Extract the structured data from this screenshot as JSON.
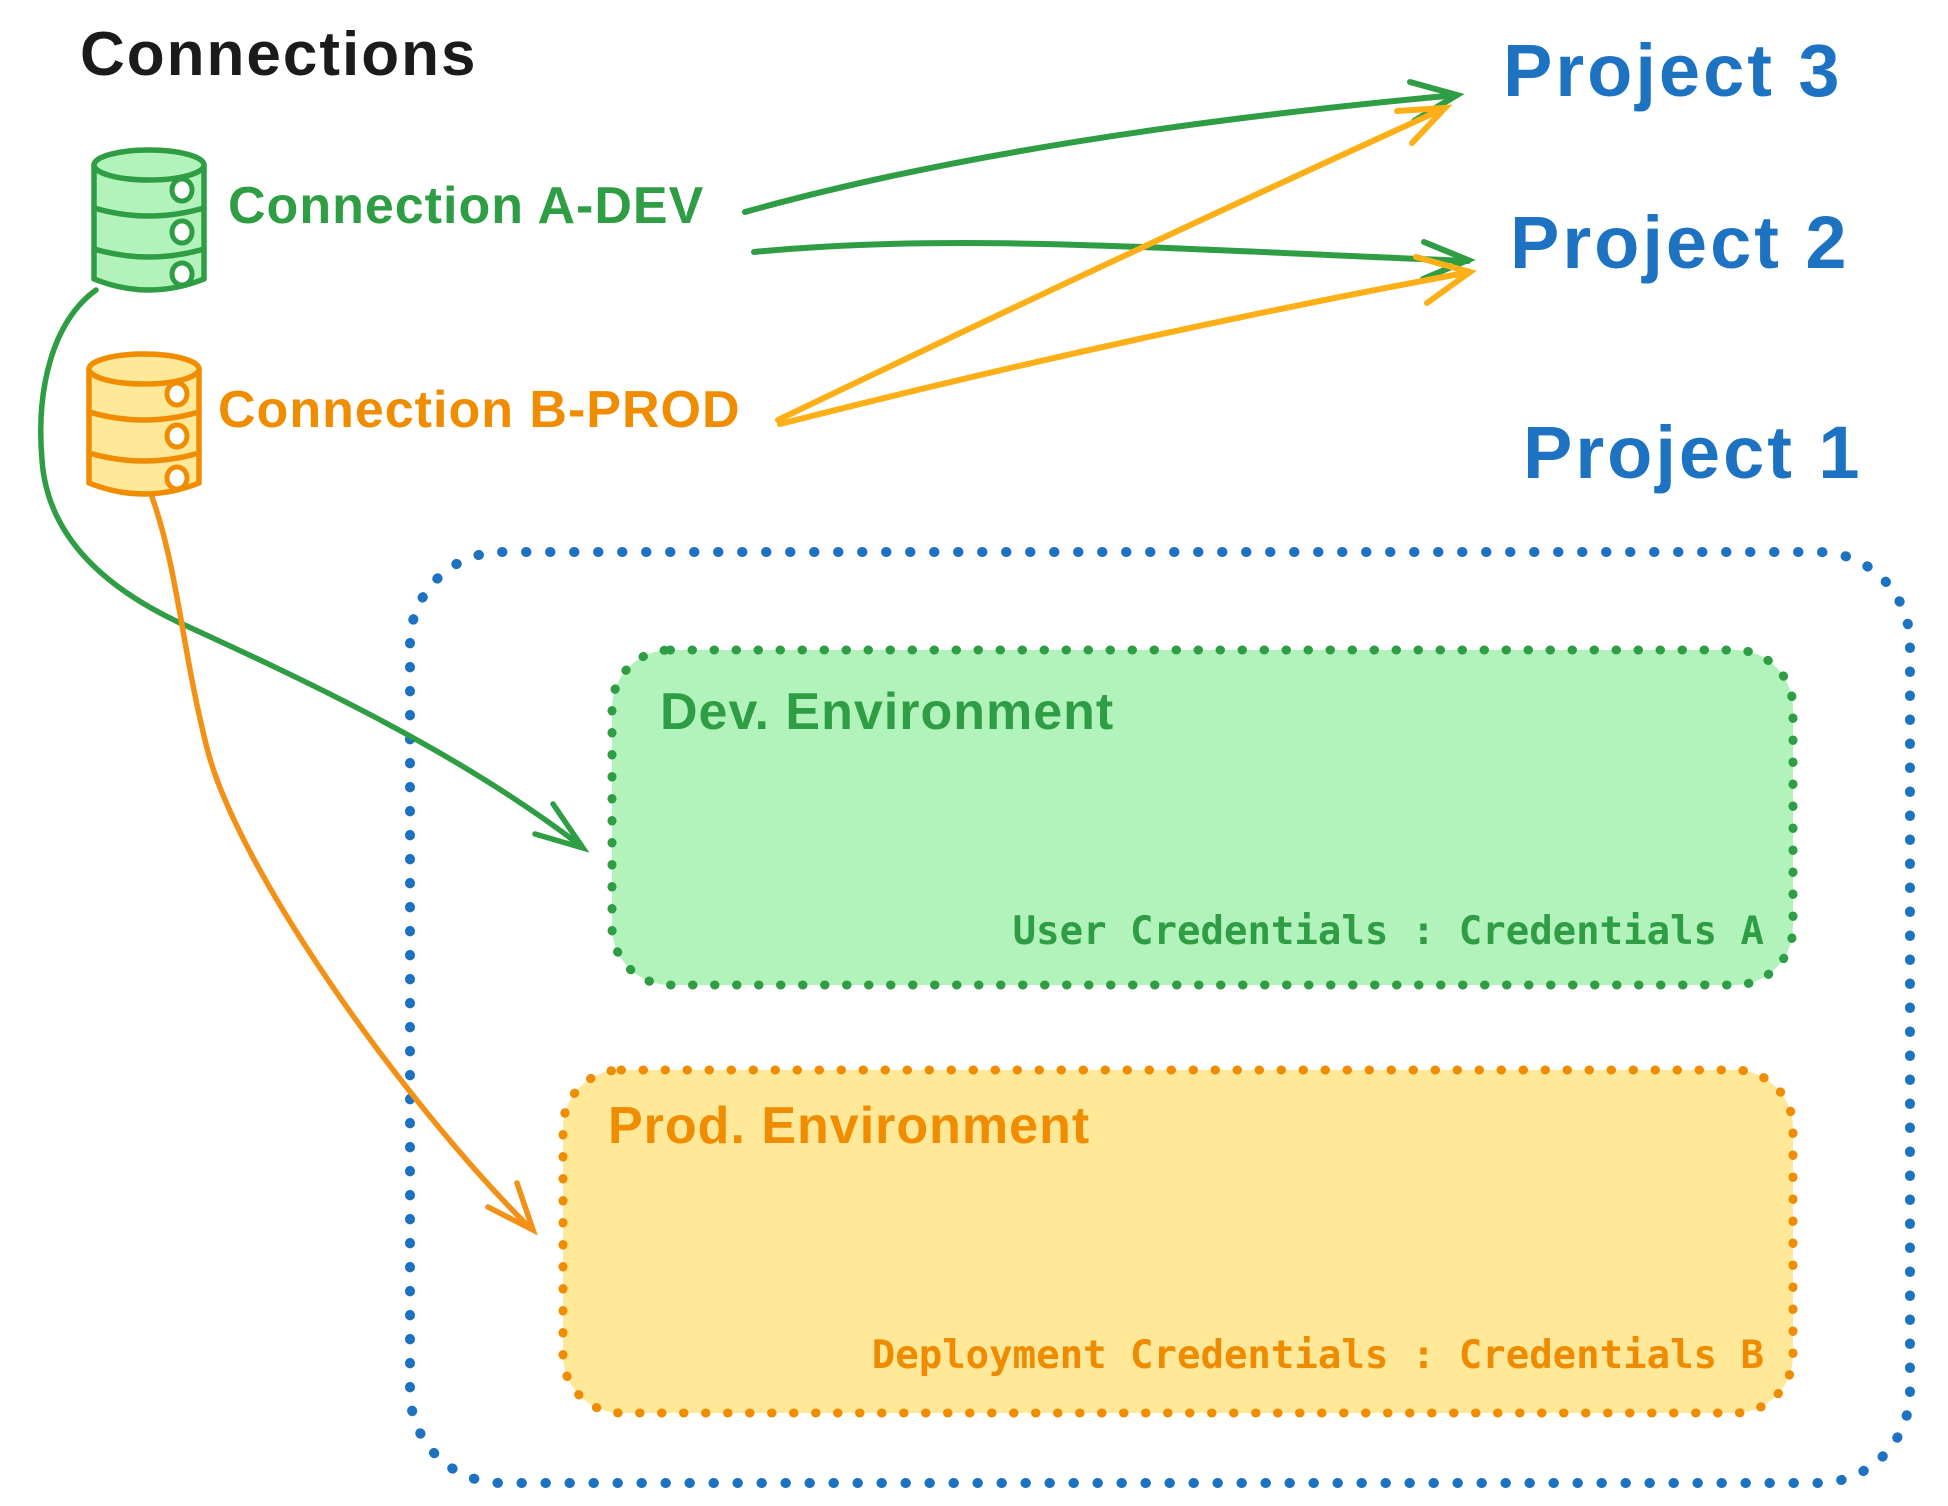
{
  "title": "Connections",
  "connections": [
    {
      "id": "a-dev",
      "label": "Connection A-DEV",
      "color": "#2e9d44",
      "fill": "#b2f2bb",
      "icon": "database-icon"
    },
    {
      "id": "b-prod",
      "label": "Connection B-PROD",
      "color": "#f08c00",
      "fill": "#ffe897",
      "icon": "database-icon"
    }
  ],
  "projects": [
    {
      "label": "Project 3"
    },
    {
      "label": "Project 2"
    },
    {
      "label": "Project 1"
    }
  ],
  "project1_detail": {
    "environments": [
      {
        "name": "Dev. Environment",
        "credentials": "User Credentials : Credentials A",
        "stroke": "#2e9d44",
        "fill": "#b2f2bb"
      },
      {
        "name": "Prod. Environment",
        "credentials": "Deployment Credentials : Credentials B",
        "stroke": "#f08c00",
        "fill": "#ffe897"
      }
    ]
  },
  "edges": [
    {
      "from": "Connection A-DEV",
      "to": "Project 3",
      "color": "#2e9d44",
      "style": "straight"
    },
    {
      "from": "Connection A-DEV",
      "to": "Project 2",
      "color": "#2e9d44",
      "style": "straight"
    },
    {
      "from": "Connection B-PROD",
      "to": "Project 3",
      "color": "#fcaf17",
      "style": "straight"
    },
    {
      "from": "Connection B-PROD",
      "to": "Project 2",
      "color": "#fcaf17",
      "style": "straight"
    },
    {
      "from": "Connection A-DEV",
      "to": "Dev. Environment",
      "color": "#2e9d44",
      "style": "curved"
    },
    {
      "from": "Connection B-PROD",
      "to": "Prod. Environment",
      "color": "#f39016",
      "style": "curved"
    }
  ],
  "colors": {
    "blue": "#1d72c2",
    "green": "#2e9d44",
    "green_fill": "#b2f2bb",
    "orange": "#f08c00",
    "orange_fill": "#ffe897",
    "arrow_gold": "#fcaf17",
    "black": "#1b1b1b"
  }
}
